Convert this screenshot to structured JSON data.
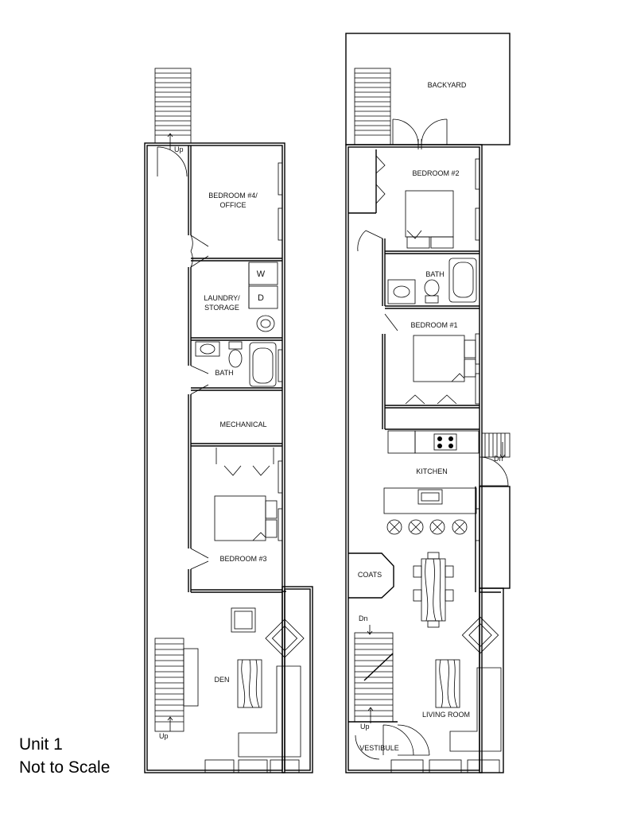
{
  "plan": {
    "title": "Unit 1",
    "scale_note": "Not to Scale"
  },
  "rooms": {
    "bedroom4": [
      "BEDROOM #4/",
      "OFFICE"
    ],
    "laundry": [
      "LAUNDRY/",
      "STORAGE"
    ],
    "washer": "W",
    "dryer": "D",
    "bath_left": "BATH",
    "mechanical": "MECHANICAL",
    "bedroom3": "BEDROOM #3",
    "den": "DEN",
    "backyard": "BACKYARD",
    "bedroom2": "BEDROOM #2",
    "bath_right": "BATH",
    "bedroom1": "BEDROOM #1",
    "kitchen": "KITCHEN",
    "coats": "COATS",
    "living_room": "LIVING ROOM",
    "vestibule": "VESTIBULE"
  },
  "stairs": {
    "up_top_left": "Up",
    "up_den": "Up",
    "down_kitchen": "Dn",
    "down_living": "Dn",
    "up_vestibule": "Up"
  }
}
